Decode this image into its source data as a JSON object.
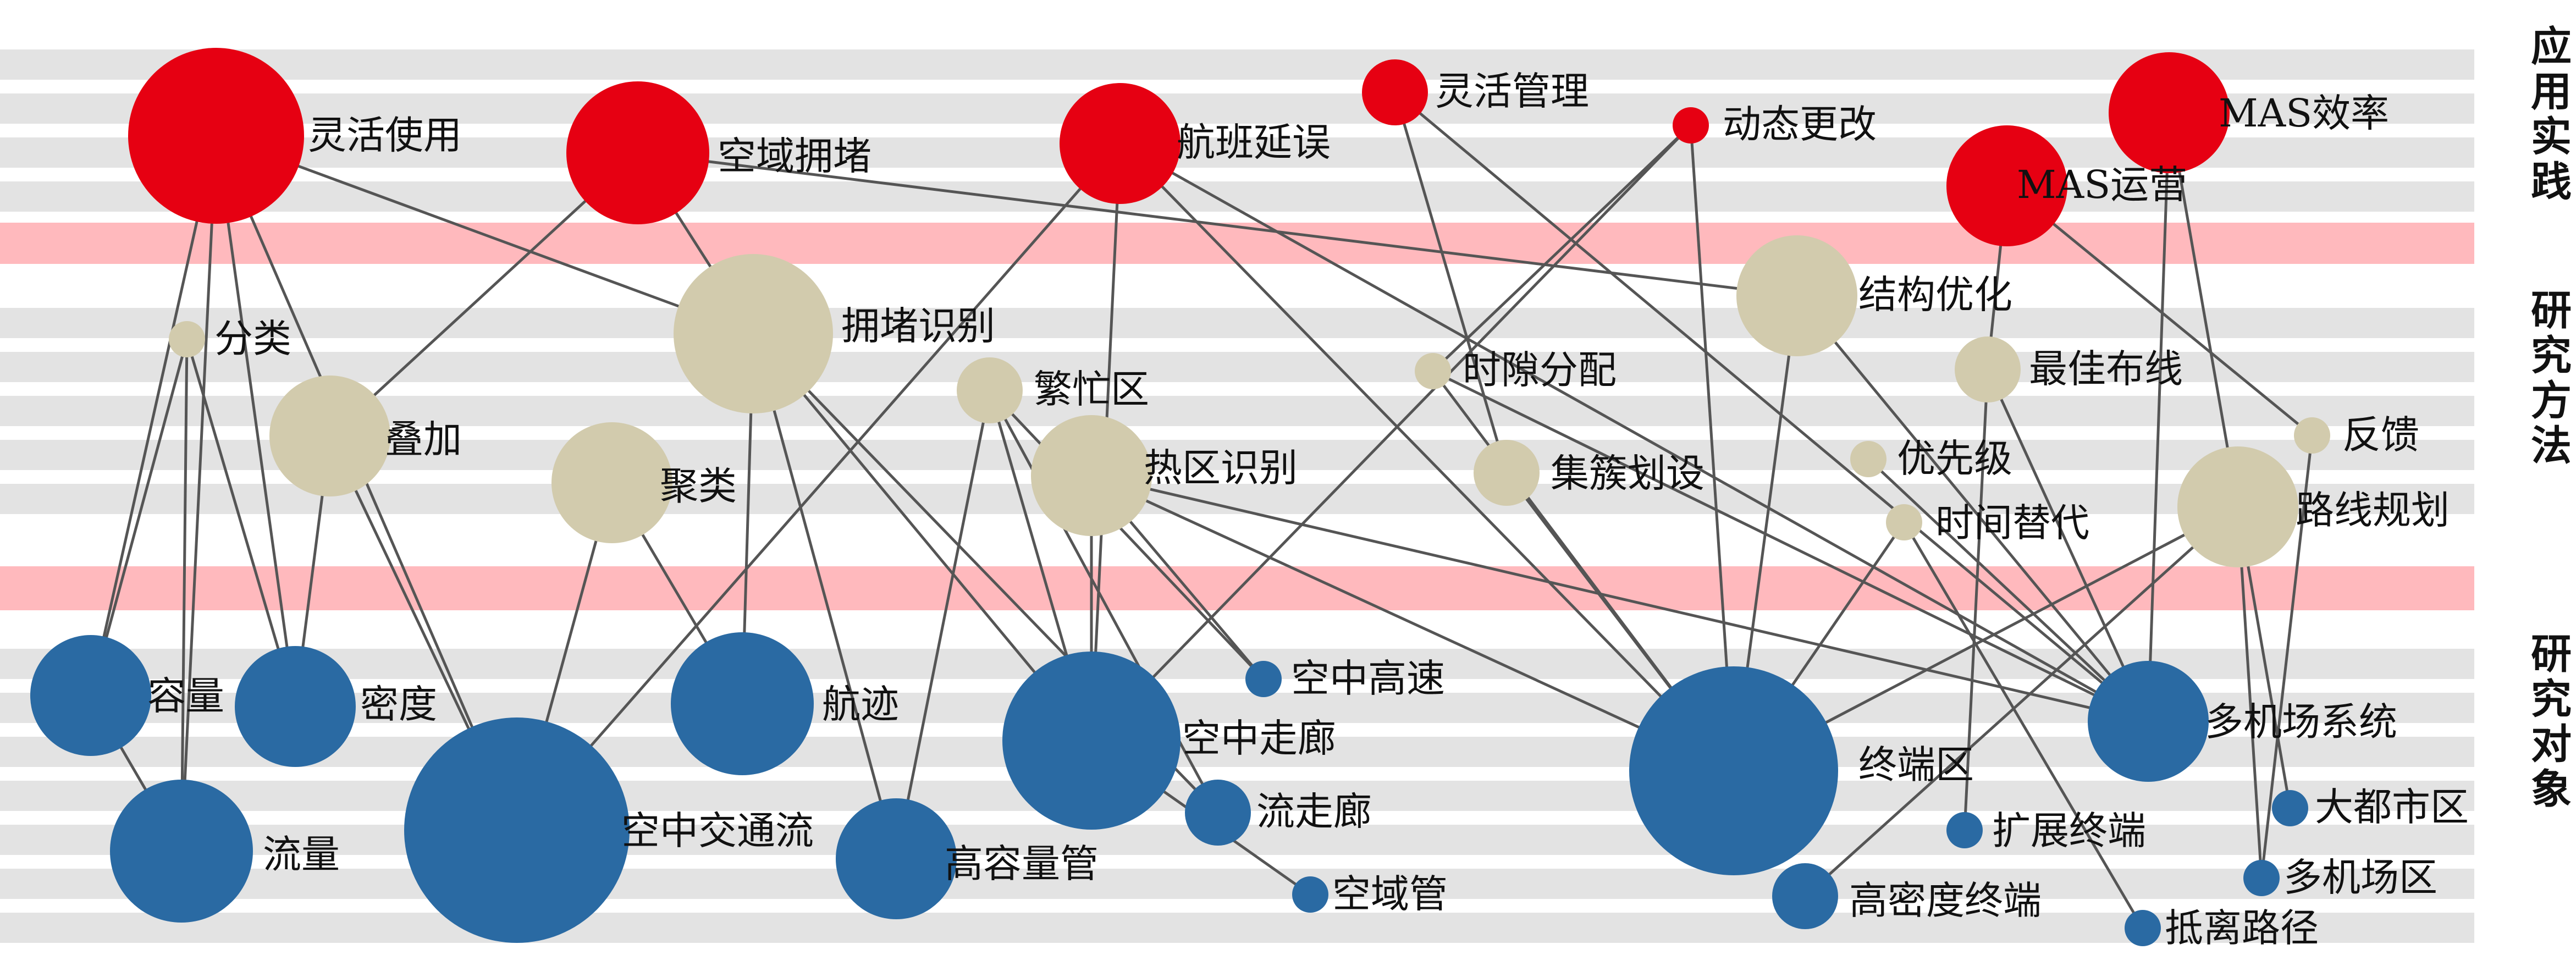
{
  "colors": {
    "application": "#e60012",
    "method": "#d2cbad",
    "object": "#2a6aa3",
    "band_gray": "#e3e3e3",
    "band_pink": "#ffb9bd",
    "edge": "#555555"
  },
  "layers": [
    {
      "id": "application",
      "label": "应用实践"
    },
    {
      "id": "method",
      "label": "研究方法"
    },
    {
      "id": "object",
      "label": "研究对象"
    }
  ],
  "nodes": [
    {
      "id": "lhsy",
      "label": "灵活使用",
      "layer": "application",
      "size": 5
    },
    {
      "id": "kyyd",
      "label": "空域拥堵",
      "layer": "application",
      "size": 4
    },
    {
      "id": "hbyw",
      "label": "航班延误",
      "layer": "application",
      "size": 3
    },
    {
      "id": "lhgl",
      "label": "灵活管理",
      "layer": "application",
      "size": 2
    },
    {
      "id": "dtgg",
      "label": "动态更改",
      "layer": "application",
      "size": 1
    },
    {
      "id": "mxl",
      "label": "MAS效率",
      "layer": "application",
      "size": 3
    },
    {
      "id": "myy",
      "label": "MAS运营",
      "layer": "application",
      "size": 3
    },
    {
      "id": "fl",
      "label": "分类",
      "layer": "method",
      "size": 1
    },
    {
      "id": "dj",
      "label": "叠加",
      "layer": "method",
      "size": 3
    },
    {
      "id": "jl",
      "label": "聚类",
      "layer": "method",
      "size": 3
    },
    {
      "id": "ydsb",
      "label": "拥堵识别",
      "layer": "method",
      "size": 5
    },
    {
      "id": "fmq",
      "label": "繁忙区",
      "layer": "method",
      "size": 2
    },
    {
      "id": "rqsb",
      "label": "热区识别",
      "layer": "method",
      "size": 3
    },
    {
      "id": "sxfp",
      "label": "时隙分配",
      "layer": "method",
      "size": 1
    },
    {
      "id": "jchs",
      "label": "集簇划设",
      "layer": "method",
      "size": 2
    },
    {
      "id": "jgyh",
      "label": "结构优化",
      "layer": "method",
      "size": 3
    },
    {
      "id": "yxj",
      "label": "优先级",
      "layer": "method",
      "size": 1
    },
    {
      "id": "sjtd",
      "label": "时间替代",
      "layer": "method",
      "size": 1
    },
    {
      "id": "jjbx",
      "label": "最佳布线",
      "layer": "method",
      "size": 2
    },
    {
      "id": "fk",
      "label": "反馈",
      "layer": "method",
      "size": 1
    },
    {
      "id": "lxgh",
      "label": "路线规划",
      "layer": "method",
      "size": 3
    },
    {
      "id": "rl",
      "label": "容量",
      "layer": "object",
      "size": 3
    },
    {
      "id": "md",
      "label": "密度",
      "layer": "object",
      "size": 3
    },
    {
      "id": "ll",
      "label": "流量",
      "layer": "object",
      "size": 4
    },
    {
      "id": "kzjtl",
      "label": "空中交通流",
      "layer": "object",
      "size": 6
    },
    {
      "id": "hj",
      "label": "航迹",
      "layer": "object",
      "size": 4
    },
    {
      "id": "grlg",
      "label": "高容量管",
      "layer": "object",
      "size": 3
    },
    {
      "id": "kzzl",
      "label": "空中走廊",
      "layer": "object",
      "size": 5
    },
    {
      "id": "kzgs",
      "label": "空中高速",
      "layer": "object",
      "size": 1
    },
    {
      "id": "lzl",
      "label": "流走廊",
      "layer": "object",
      "size": 2
    },
    {
      "id": "kyg",
      "label": "空域管",
      "layer": "object",
      "size": 1
    },
    {
      "id": "zdq",
      "label": "终端区",
      "layer": "object",
      "size": 7
    },
    {
      "id": "gmdzd",
      "label": "高密度终端",
      "layer": "object",
      "size": 2
    },
    {
      "id": "kzzd",
      "label": "扩展终端",
      "layer": "object",
      "size": 1
    },
    {
      "id": "djcxt",
      "label": "多机场系统",
      "layer": "object",
      "size": 3
    },
    {
      "id": "ddsq",
      "label": "大都市区",
      "layer": "object",
      "size": 1
    },
    {
      "id": "djcq",
      "label": "多机场区",
      "layer": "object",
      "size": 1
    },
    {
      "id": "dllj",
      "label": "抵离路径",
      "layer": "object",
      "size": 1
    }
  ],
  "edges": [
    [
      "lhsy",
      "rl"
    ],
    [
      "lhsy",
      "ll"
    ],
    [
      "lhsy",
      "md"
    ],
    [
      "lhsy",
      "kzjtl"
    ],
    [
      "lhsy",
      "ydsb"
    ],
    [
      "kyyd",
      "dj"
    ],
    [
      "kyyd",
      "ydsb"
    ],
    [
      "kyyd",
      "jgyh"
    ],
    [
      "hbyw",
      "kzjtl"
    ],
    [
      "hbyw",
      "kzzl"
    ],
    [
      "hbyw",
      "zdq"
    ],
    [
      "hbyw",
      "djcxt"
    ],
    [
      "lhgl",
      "jchs"
    ],
    [
      "lhgl",
      "djcxt"
    ],
    [
      "dtgg",
      "sxfp"
    ],
    [
      "dtgg",
      "kzzl"
    ],
    [
      "dtgg",
      "zdq"
    ],
    [
      "mxl",
      "djcxt"
    ],
    [
      "mxl",
      "lxgh"
    ],
    [
      "myy",
      "jjbx"
    ],
    [
      "myy",
      "fk"
    ],
    [
      "fl",
      "rl"
    ],
    [
      "fl",
      "ll"
    ],
    [
      "fl",
      "md"
    ],
    [
      "dj",
      "md"
    ],
    [
      "dj",
      "kzjtl"
    ],
    [
      "jl",
      "kzjtl"
    ],
    [
      "jl",
      "hj"
    ],
    [
      "ydsb",
      "hj"
    ],
    [
      "ydsb",
      "grlg"
    ],
    [
      "ydsb",
      "kzzl"
    ],
    [
      "ydsb",
      "lzl"
    ],
    [
      "fmq",
      "kzzl"
    ],
    [
      "fmq",
      "grlg"
    ],
    [
      "fmq",
      "lzl"
    ],
    [
      "fmq",
      "kzgs"
    ],
    [
      "rqsb",
      "kzzl"
    ],
    [
      "rqsb",
      "kzgs"
    ],
    [
      "rqsb",
      "zdq"
    ],
    [
      "rqsb",
      "djcxt"
    ],
    [
      "sxfp",
      "zdq"
    ],
    [
      "sxfp",
      "djcxt"
    ],
    [
      "jchs",
      "zdq"
    ],
    [
      "jgyh",
      "zdq"
    ],
    [
      "jgyh",
      "djcxt"
    ],
    [
      "yxj",
      "djcxt"
    ],
    [
      "sjtd",
      "zdq"
    ],
    [
      "sjtd",
      "dllj"
    ],
    [
      "jjbx",
      "kzzd"
    ],
    [
      "jjbx",
      "djcxt"
    ],
    [
      "fk",
      "djcq"
    ],
    [
      "lxgh",
      "zdq"
    ],
    [
      "lxgh",
      "gmdzd"
    ],
    [
      "lxgh",
      "ddsq"
    ],
    [
      "lxgh",
      "djcq"
    ],
    [
      "kzzl",
      "kyg"
    ],
    [
      "rl",
      "ll"
    ]
  ]
}
